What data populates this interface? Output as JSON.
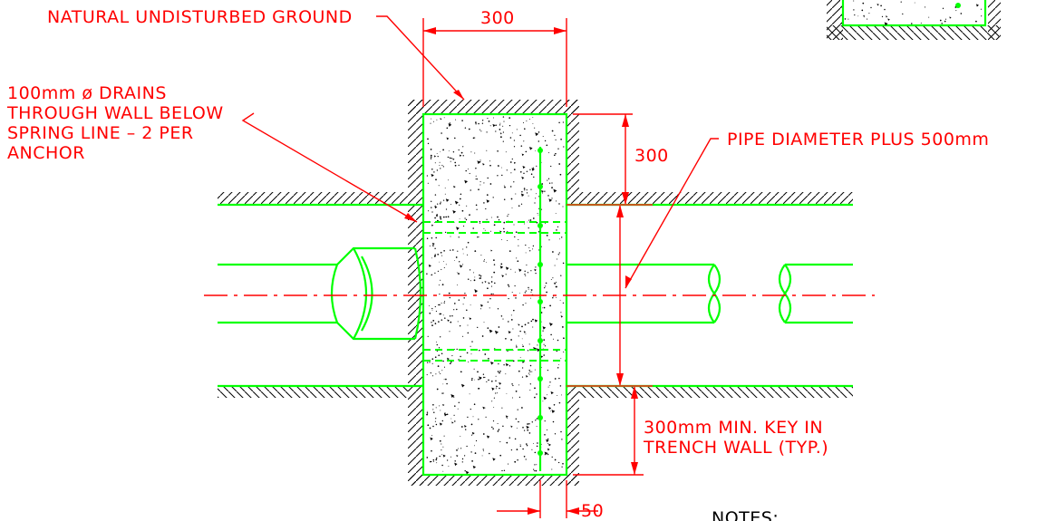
{
  "labels": {
    "natural_ground": "NATURAL UNDISTURBED GROUND",
    "drains_line1": "100mm ø DRAINS",
    "drains_line2": "THROUGH WALL BELOW",
    "drains_line3": "SPRING LINE – 2 PER",
    "drains_line4": "ANCHOR",
    "pipe_diameter": "PIPE DIAMETER PLUS 500mm",
    "key_line1": "300mm MIN. KEY IN",
    "key_line2": "TRENCH WALL (TYP.)",
    "notes": "NOTES:"
  },
  "dimensions": {
    "top_width": "300",
    "top_depth": "300",
    "bottom_offset": "50"
  },
  "colors": {
    "concrete_outline": "#00ff00",
    "dimension_lines": "#ff0000",
    "hatching": "#000000",
    "background": "#ffffff"
  }
}
